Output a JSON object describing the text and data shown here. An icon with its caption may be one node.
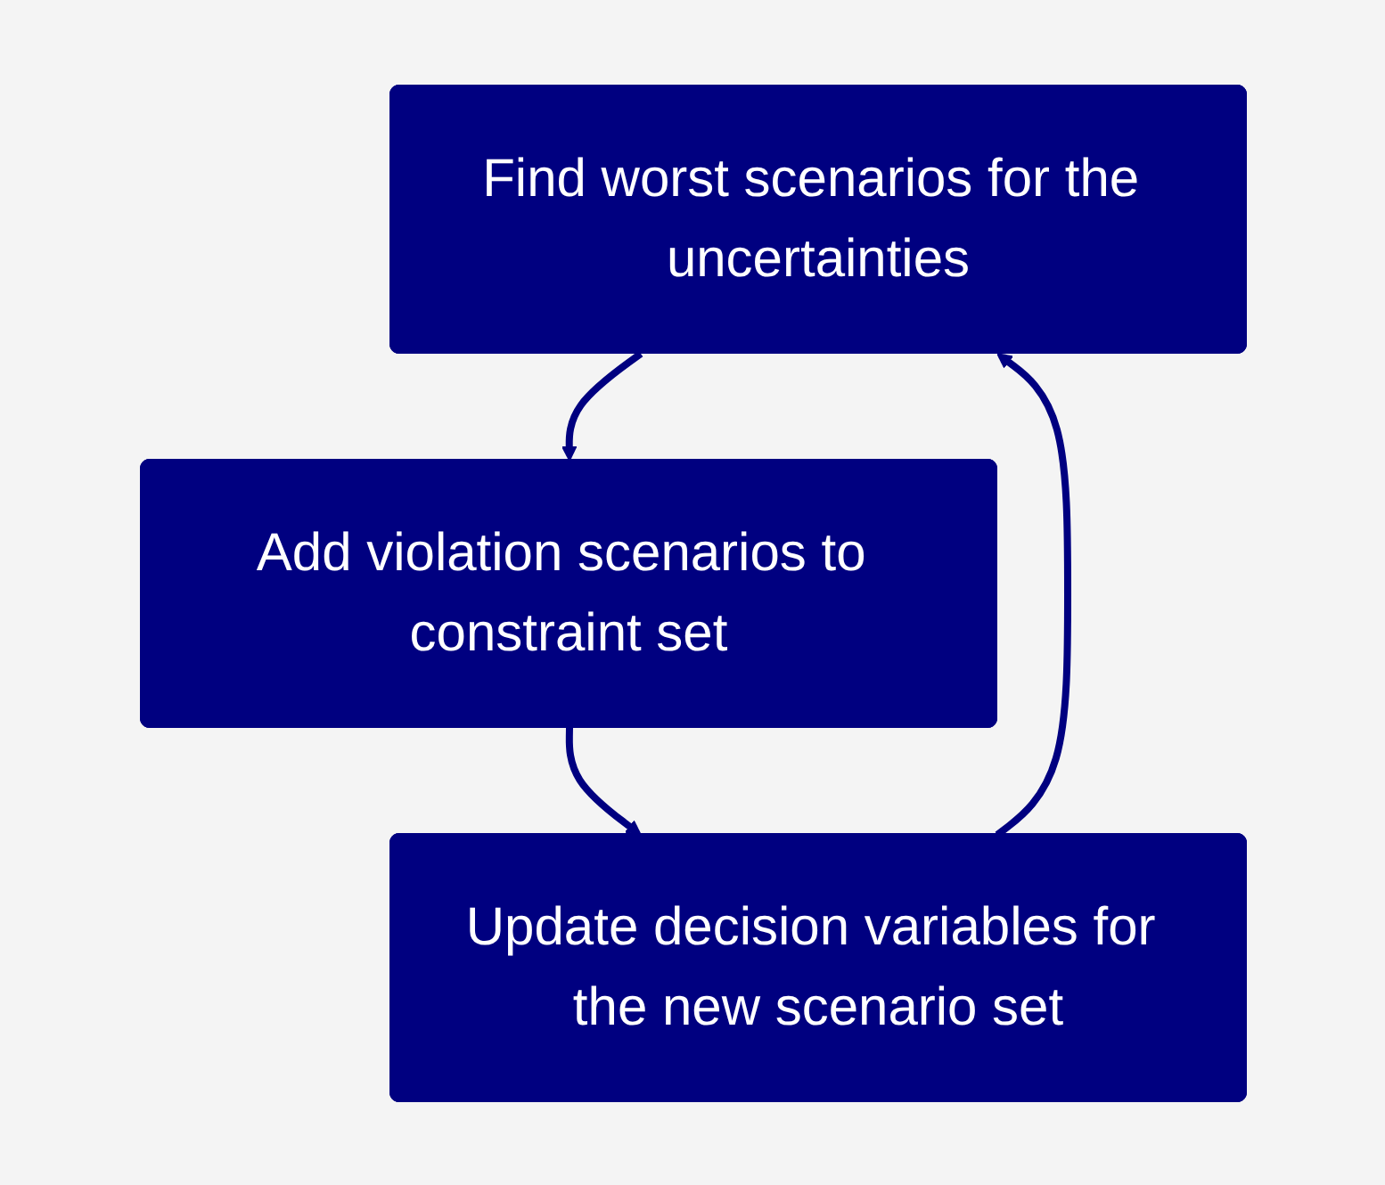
{
  "diagram": {
    "nodes": [
      {
        "text": [
          "Find worst scenarios for the uncertainties"
        ]
      },
      {
        "text": [
          "Add violation scenarios to constraint set"
        ]
      },
      {
        "text": [
          "Update decision variables for the new scenario set"
        ]
      }
    ],
    "edges": [
      {
        "from": 0,
        "to": 1,
        "arrow": "to"
      },
      {
        "from": 1,
        "to": 2,
        "arrow": "to"
      },
      {
        "from": 2,
        "to": 0,
        "arrow": "to"
      }
    ]
  }
}
